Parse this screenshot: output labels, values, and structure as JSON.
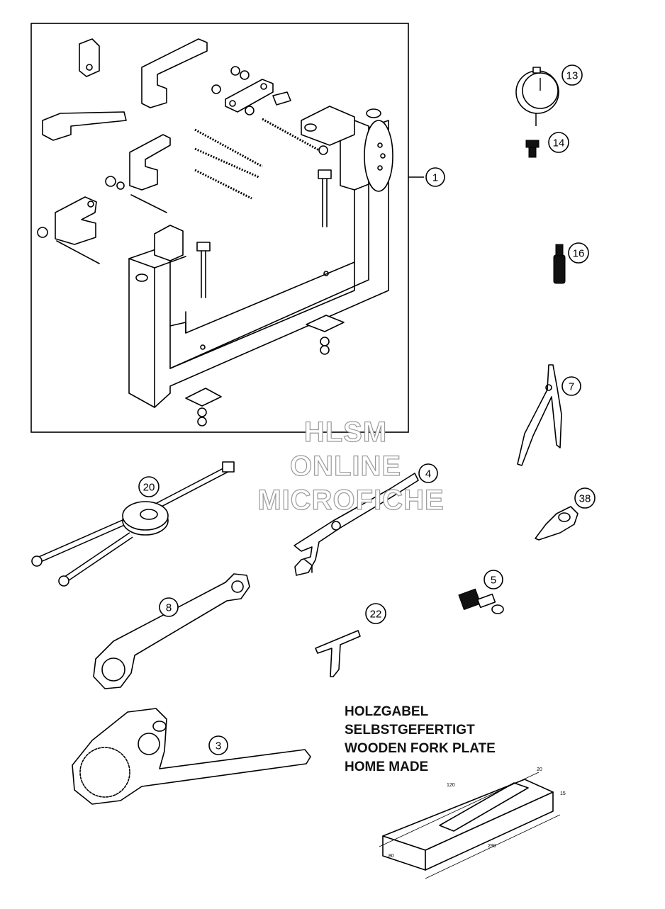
{
  "callouts": [
    {
      "id": "1",
      "label": "1"
    },
    {
      "id": "3",
      "label": "3"
    },
    {
      "id": "4",
      "label": "4"
    },
    {
      "id": "5",
      "label": "5"
    },
    {
      "id": "7",
      "label": "7"
    },
    {
      "id": "8",
      "label": "8"
    },
    {
      "id": "13",
      "label": "13"
    },
    {
      "id": "14",
      "label": "14"
    },
    {
      "id": "16",
      "label": "16"
    },
    {
      "id": "20",
      "label": "20"
    },
    {
      "id": "22",
      "label": "22"
    },
    {
      "id": "38",
      "label": "38"
    }
  ],
  "watermark": {
    "line1": "HLSM",
    "line2": "ONLINE",
    "line3": "MICROFICHE"
  },
  "note": {
    "line1": "HOLZGABEL",
    "line2": "SELBSTGEFERTIGT",
    "line3": "WOODEN FORK PLATE",
    "line4": "HOME MADE"
  },
  "dimensions": {
    "d1": "20",
    "d2": "120",
    "d3": "15",
    "d4": "290",
    "d5": "80"
  }
}
